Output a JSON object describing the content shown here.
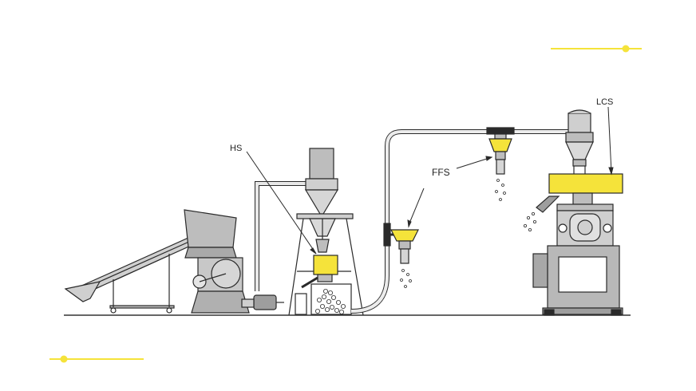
{
  "labels": {
    "hs": "HS",
    "ffs": "FFS",
    "lcs": "LCS"
  },
  "colors": {
    "accent_yellow": "#F5E33A",
    "steel_gray": "#BDBDBD",
    "dark_gray": "#8C8C8C",
    "outline": "#2A2A2A",
    "ground_line": "#333333"
  },
  "decorations": [
    "top-right-yellow-accent-line",
    "bottom-left-yellow-accent-line"
  ]
}
